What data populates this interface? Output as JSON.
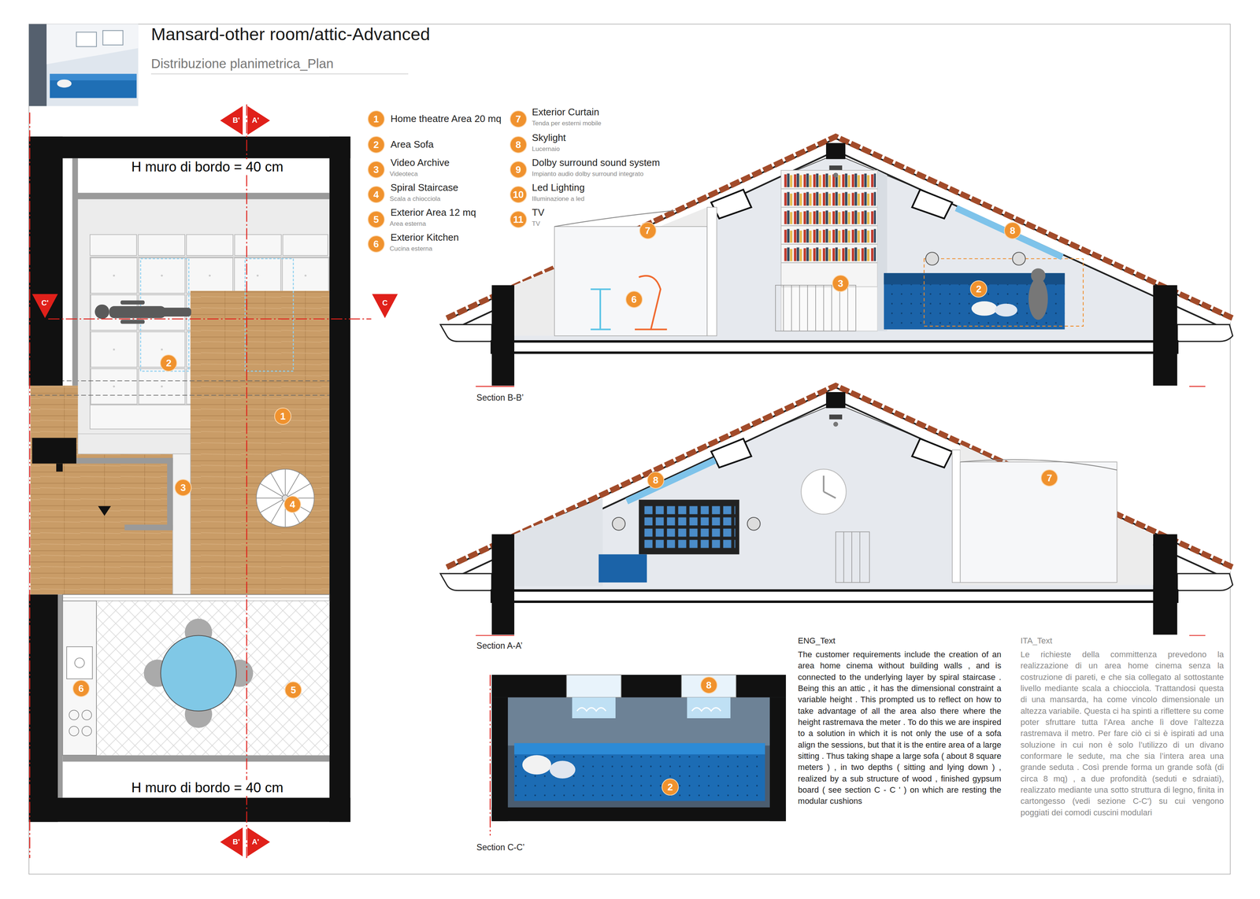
{
  "diagram": {
    "title": "Mansard-other room/attic-Advanced",
    "nodes": [
      {
        "text": [
          "1"
        ]
      },
      {
        "text": [
          "2"
        ]
      },
      {
        "text": [
          "3"
        ]
      },
      {
        "text": [
          "4"
        ]
      },
      {
        "text": [
          "5"
        ]
      },
      {
        "text": [
          "6"
        ]
      },
      {
        "text": [
          "7"
        ]
      },
      {
        "text": [
          "8"
        ]
      },
      {
        "text": [
          "9"
        ]
      },
      {
        "text": [
          "10"
        ]
      },
      {
        "text": [
          "11"
        ]
      },
      {
        "text": [
          "2"
        ]
      },
      {
        "text": [
          "1"
        ]
      },
      {
        "text": [
          "3"
        ]
      },
      {
        "text": [
          "4"
        ]
      },
      {
        "text": [
          "6"
        ]
      },
      {
        "text": [
          "5"
        ]
      },
      {
        "text": [
          "7"
        ]
      },
      {
        "text": [
          "8"
        ]
      },
      {
        "text": [
          "3"
        ]
      },
      {
        "text": [
          "6"
        ]
      },
      {
        "text": [
          "2"
        ]
      },
      {
        "text": [
          "8"
        ]
      },
      {
        "text": [
          "7"
        ]
      },
      {
        "text": [
          "8"
        ]
      },
      {
        "text": [
          "2"
        ]
      }
    ],
    "labels": [
      "Distribuzione planimetrica_Plan",
      "H muro di bordo = 40 cm",
      "H muro di bordo = 40 cm",
      "B'",
      "A'",
      "C'",
      "C",
      "B'",
      "A'",
      "Videoteca",
      "Scala a chiocciola",
      "Area esterna",
      "Cucina esterna",
      "Tenda per esterni mobile",
      "Lucernaio",
      "Impianto audio dolby surround integrato",
      "Illuminazione a led",
      "TV",
      "Section B-B’",
      "Section A-A’",
      "Section C-C’",
      "ENG_Text",
      "The customer requirements include the creation of an area home cinema without building walls , and is connected to the underlying layer by spiral staircase . Being this an attic , it has the dimensional constraint a variable height . This prompted us to reflect on how to take advantage of all the area also there where the height rastremava the meter . To do this we are inspired to a solution in which it is not only the use of a sofa align the sessions, but that it is the entire area of a large sitting . Thus taking shape a large sofa ( about 8 square meters ) , in two depths ( sitting and lying down ) , realized by a sub structure of wood , finished gypsum board ( see section C - C ' ) on which are resting the modular cushions",
      "ITA_Text",
      "Le richieste della committenza prevedono la realizzazione di un area home cinema senza la costruzione di pareti, e che sia collegato al sottostante livello mediante scala a chiocciola. Trattandosi questa di una mansarda, ha come vincolo dimensionale un altezza variabile. Questa ci ha spinti a riflettere su come poter sfruttare tutta l’Area anche lì dove l’altezza rastremava il metro. Per fare ciò ci si è ispirati ad una soluzione in cui non è solo l’utilizzo di un divano conformare le sedute, ma che sia l’intera area una grande seduta . Così prende forma un grande sofà (di circa 8 mq) , a due profondità (seduti e sdraiati), realizzato mediante una sotto struttura di legno, finita in cartongesso (vedi sezione C-C') su cui vengono poggiati dei comodi cuscini modulari"
    ],
    "legend": [
      {
        "text": "Home theatre Area 20 mq"
      },
      {
        "text": "Area Sofa"
      },
      {
        "text": "Video Archive"
      },
      {
        "text": "Spiral Staircase"
      },
      {
        "text": "Exterior Area 12 mq"
      },
      {
        "text": "Exterior Kitchen"
      },
      {
        "text": "Exterior Curtain"
      },
      {
        "text": "Skylight"
      },
      {
        "text": "Dolby surround sound system"
      },
      {
        "text": "Led Lighting"
      },
      {
        "text": "TV"
      }
    ]
  }
}
